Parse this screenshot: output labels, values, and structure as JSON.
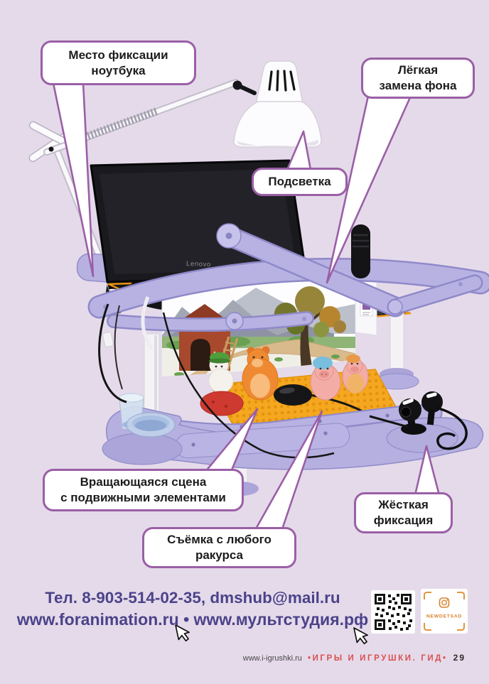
{
  "page": {
    "background": "#e5daea",
    "accent_purple": "#9a5fa6"
  },
  "callouts": {
    "laptop_mount": "Место фиксации\nноутбука",
    "easy_background_change": "Лёгкая\nзамена фона",
    "backlight": "Подсветка",
    "rotating_stage": "Вращающаяся сцена\nс подвижными элементами",
    "any_angle_shooting": "Съёмка с любого\nракурса",
    "rigid_fixation": "Жёсткая\nфиксация"
  },
  "product_photo": {
    "laptop_brand": "Lenovo"
  },
  "contacts": {
    "phone_email": "Тел. 8-903-514-02-35, dmshub@mail.ru",
    "websites": "www.foranimation.ru • www.мультстудия.рф"
  },
  "social": {
    "instagram_handle": "NEWDETSAD"
  },
  "footer": {
    "site": "www.i-igrushki.ru",
    "magazine": "•ИГРЫ И ИГРУШКИ. ГИД•",
    "page_number": "29"
  }
}
